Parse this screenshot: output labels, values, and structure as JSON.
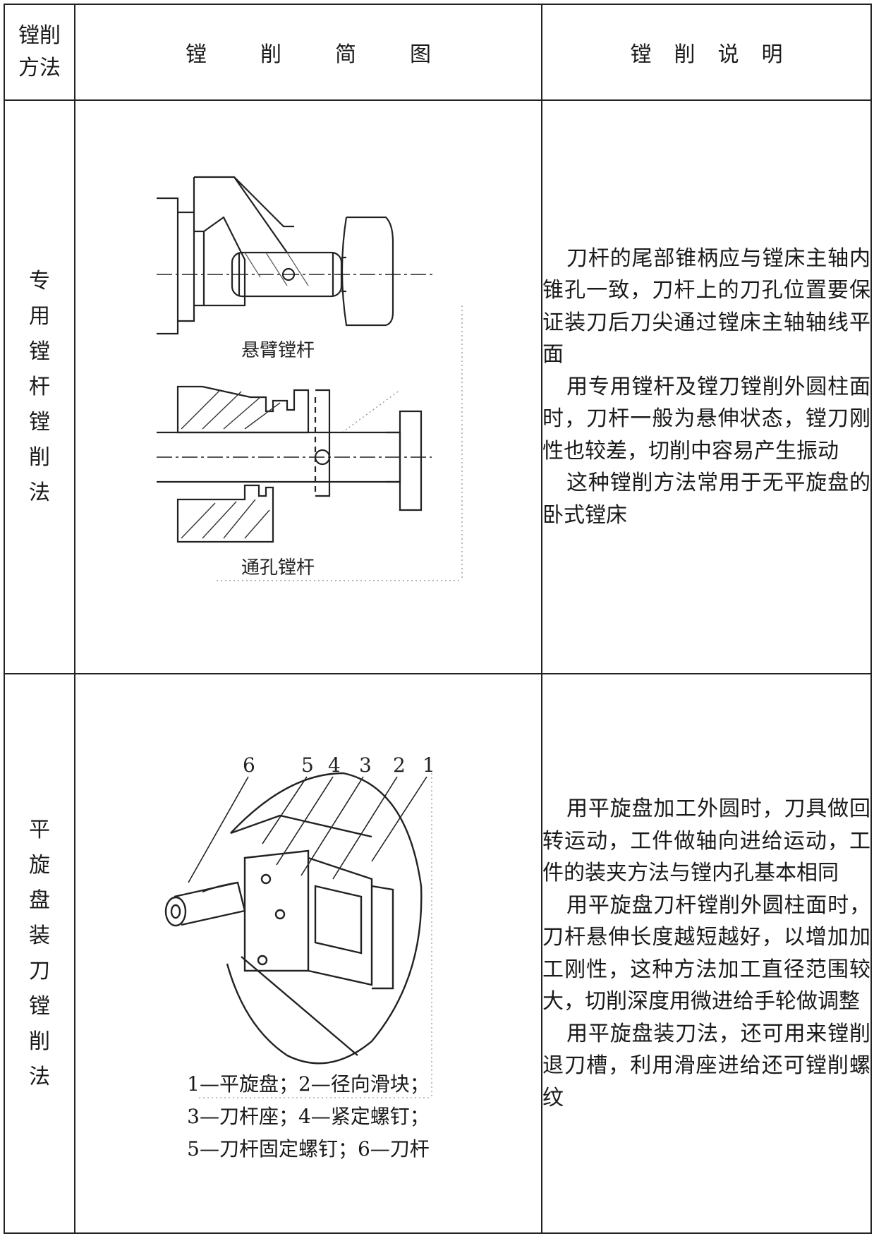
{
  "header": {
    "method": [
      "镗削",
      "方法"
    ],
    "diagram": [
      "镗",
      "削",
      "简",
      "图"
    ],
    "explanation": [
      "镗",
      "削",
      "说",
      "明"
    ]
  },
  "rows": [
    {
      "method_chars": [
        "专",
        "用",
        "镗",
        "杆",
        "镗",
        "削",
        "法"
      ],
      "figure_labels": {
        "top": "悬臂镗杆",
        "bottom": "通孔镗杆"
      },
      "paragraphs": [
        "刀杆的尾部锥柄应与镗床主轴内锥孔一致，刀杆上的刀孔位置要保证装刀后刀尖通过镗床主轴轴线平面",
        "用专用镗杆及镗刀镗削外圆柱面时，刀杆一般为悬伸状态，镗刀刚性也较差，切削中容易产生振动",
        "这种镗削方法常用于无平旋盘的卧式镗床"
      ]
    },
    {
      "method_chars": [
        "平",
        "旋",
        "盘",
        "装",
        "刀",
        "镗",
        "削",
        "法"
      ],
      "figure_numbers": [
        "6",
        "5",
        "4",
        "3",
        "2",
        "1"
      ],
      "caption_lines": [
        "1—平旋盘；2—径向滑块；",
        "3—刀杆座；4—紧定螺钉；",
        "5—刀杆固定螺钉；6—刀杆"
      ],
      "paragraphs": [
        "用平旋盘加工外圆时，刀具做回转运动，工件做轴向进给运动，工件的装夹方法与镗内孔基本相同",
        "用平旋盘刀杆镗削外圆柱面时，刀杆悬伸长度越短越好，以增加加工刚性，这种方法加工直径范围较大，切削深度用微进给手轮做调整",
        "用平旋盘装刀法，还可用来镗削退刀槽，利用滑座进给还可镗削螺纹"
      ]
    }
  ]
}
